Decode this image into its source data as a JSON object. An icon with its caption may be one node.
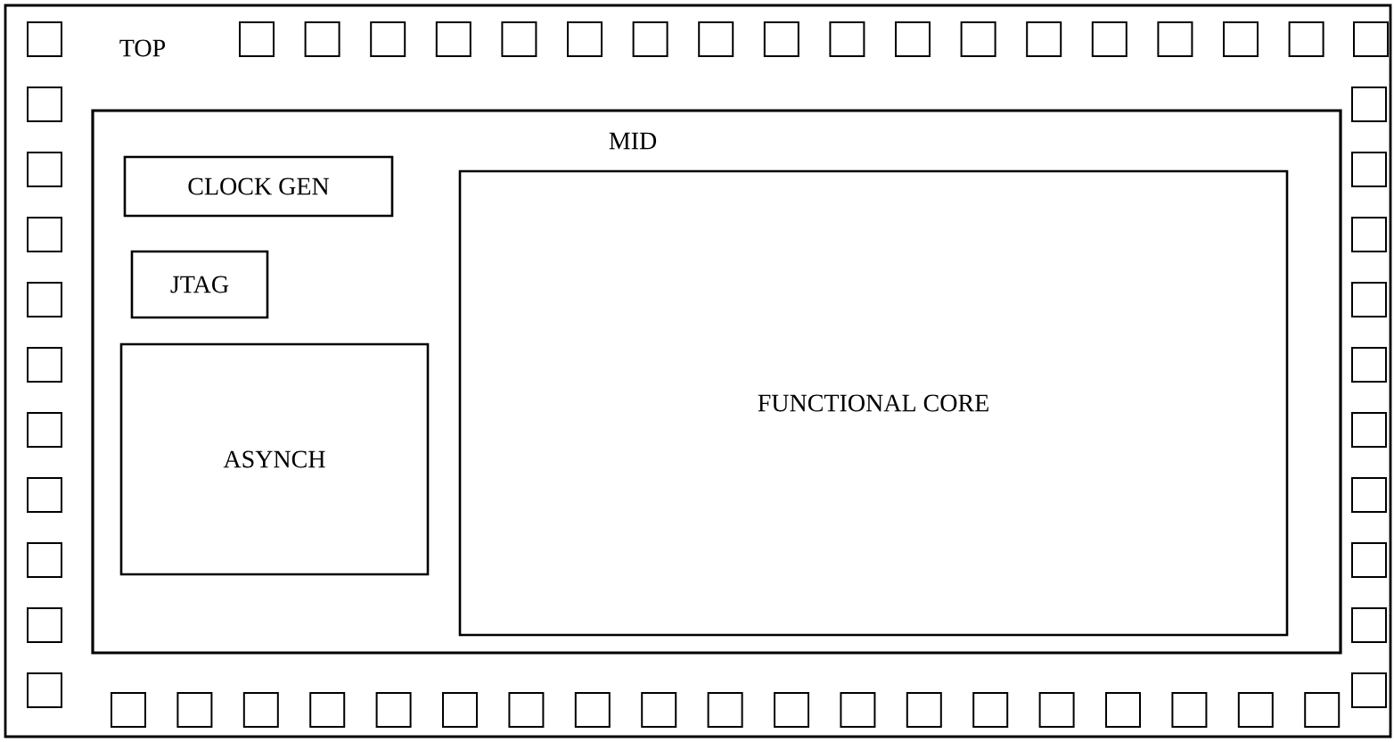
{
  "diagram": {
    "nodes": [
      {
        "text": [
          "TOP"
        ]
      },
      {
        "text": [
          "MID"
        ],
        "in": 0
      },
      {
        "text": [
          "CLOCK GEN"
        ],
        "in": 1
      },
      {
        "text": [
          "JTAG"
        ],
        "in": 1
      },
      {
        "text": [
          "ASYNCH"
        ],
        "in": 1
      },
      {
        "text": [
          "FUNCTIONAL CORE"
        ],
        "in": 1
      },
      {
        "text": [],
        "shape": "box",
        "in": 0
      },
      {
        "text": [],
        "shape": "box",
        "in": 0
      },
      {
        "text": [],
        "shape": "box",
        "in": 0
      },
      {
        "text": [],
        "shape": "box",
        "in": 0
      },
      {
        "text": [],
        "shape": "box",
        "in": 0
      },
      {
        "text": [],
        "shape": "box",
        "in": 0
      },
      {
        "text": [],
        "shape": "box",
        "in": 0
      },
      {
        "text": [],
        "shape": "box",
        "in": 0
      },
      {
        "text": [],
        "shape": "box",
        "in": 0
      },
      {
        "text": [],
        "shape": "box",
        "in": 0
      },
      {
        "text": [],
        "shape": "box",
        "in": 0
      },
      {
        "text": [],
        "shape": "box",
        "in": 0
      },
      {
        "text": [],
        "shape": "box",
        "in": 0
      },
      {
        "text": [],
        "shape": "box",
        "in": 0
      },
      {
        "text": [],
        "shape": "box",
        "in": 0
      },
      {
        "text": [],
        "shape": "box",
        "in": 0
      },
      {
        "text": [],
        "shape": "box",
        "in": 0
      },
      {
        "text": [],
        "shape": "box",
        "in": 0
      },
      {
        "text": [],
        "shape": "box",
        "in": 0
      },
      {
        "text": [],
        "shape": "box",
        "in": 0
      },
      {
        "text": [],
        "shape": "box",
        "in": 0
      },
      {
        "text": [],
        "shape": "box",
        "in": 0
      },
      {
        "text": [],
        "shape": "box",
        "in": 0
      },
      {
        "text": [],
        "shape": "box",
        "in": 0
      },
      {
        "text": [],
        "shape": "box",
        "in": 0
      },
      {
        "text": [],
        "shape": "box",
        "in": 0
      },
      {
        "text": [],
        "shape": "box",
        "in": 0
      },
      {
        "text": [],
        "shape": "box",
        "in": 0
      },
      {
        "text": [],
        "shape": "box",
        "in": 0
      },
      {
        "text": [],
        "shape": "box",
        "in": 0
      },
      {
        "text": [],
        "shape": "box",
        "in": 0
      },
      {
        "text": [],
        "shape": "box",
        "in": 0
      },
      {
        "text": [],
        "shape": "box",
        "in": 0
      },
      {
        "text": [],
        "shape": "box",
        "in": 0
      },
      {
        "text": [],
        "shape": "box",
        "in": 0
      },
      {
        "text": [],
        "shape": "box",
        "in": 0
      },
      {
        "text": [],
        "shape": "box",
        "in": 0
      },
      {
        "text": [],
        "shape": "box",
        "in": 0
      },
      {
        "text": [],
        "shape": "box",
        "in": 0
      },
      {
        "text": [],
        "shape": "box",
        "in": 0
      },
      {
        "text": [],
        "shape": "box",
        "in": 0
      },
      {
        "text": [],
        "shape": "box",
        "in": 0
      },
      {
        "text": [],
        "shape": "box",
        "in": 0
      },
      {
        "text": [],
        "shape": "box",
        "in": 0
      },
      {
        "text": [],
        "shape": "box",
        "in": 0
      },
      {
        "text": [],
        "shape": "box",
        "in": 0
      },
      {
        "text": [],
        "shape": "box",
        "in": 0
      },
      {
        "text": [],
        "shape": "box",
        "in": 0
      },
      {
        "text": [],
        "shape": "box",
        "in": 0
      },
      {
        "text": [],
        "shape": "box",
        "in": 0
      },
      {
        "text": [],
        "shape": "box",
        "in": 0
      },
      {
        "text": [],
        "shape": "box",
        "in": 0
      },
      {
        "text": [],
        "shape": "box",
        "in": 0
      },
      {
        "text": [],
        "shape": "box",
        "in": 0
      },
      {
        "text": [],
        "shape": "box",
        "in": 0
      },
      {
        "text": [],
        "shape": "box",
        "in": 0
      },
      {
        "text": [],
        "shape": "box",
        "in": 0
      },
      {
        "text": [],
        "shape": "box",
        "in": 0
      }
    ]
  }
}
